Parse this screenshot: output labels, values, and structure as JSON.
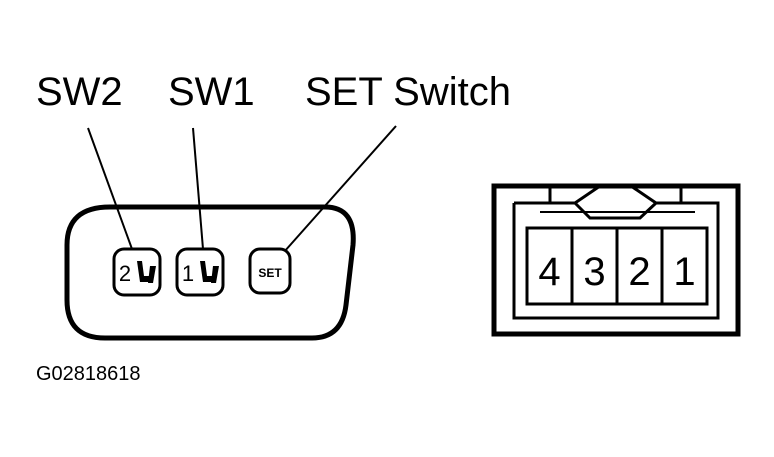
{
  "labels": {
    "sw2": "SW2",
    "sw1": "SW1",
    "set_switch": "SET Switch"
  },
  "switch_panel": {
    "buttons": [
      {
        "id": "sw2",
        "text": "2",
        "icon": "seat-icon"
      },
      {
        "id": "sw1",
        "text": "1",
        "icon": "seat-icon"
      },
      {
        "id": "set",
        "text": "SET"
      }
    ]
  },
  "connector": {
    "pins": [
      "4",
      "3",
      "2",
      "1"
    ]
  },
  "figure_id": "G02818618",
  "colors": {
    "line": "#000000",
    "background": "#ffffff"
  }
}
